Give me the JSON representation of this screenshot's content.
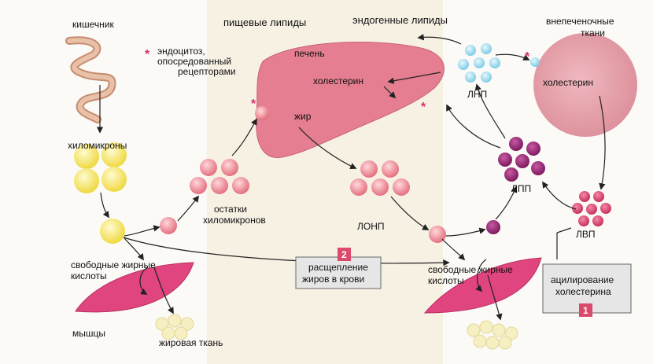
{
  "labels": {
    "intestine": "кишечник",
    "dietary_lipids": "пищевые липиды",
    "endogenous_lipids": "эндогенные липиды",
    "extrahepatic_1": "внепеченочные",
    "extrahepatic_2": "ткани",
    "star_legend_1": "эндоцитоз,",
    "star_legend_2": "опосредованный",
    "star_legend_3": "рецепторами",
    "liver": "печень",
    "cholesterol_liver": "холестерин",
    "fat": "жир",
    "ldl": "ЛНП",
    "cholesterol_tissue": "холестерин",
    "chylomicrons": "хиломикроны",
    "remnants_1": "остатки",
    "remnants_2": "хиломикронов",
    "idl": "ЛПП",
    "vldl": "ЛОНП",
    "hdl": "ЛВП",
    "ffa_left_1": "свободные жирные",
    "ffa_left_2": "кислоты",
    "ffa_right_1": "свободные жирные",
    "ffa_right_2": "кислоты",
    "muscles": "мышцы",
    "adipose": "жировая ткань",
    "breakdown_1": "расщепление",
    "breakdown_2": "жиров в крови",
    "acylation_1": "ацилирование",
    "acylation_2": "холестерина",
    "badge_1": "1",
    "badge_2": "2",
    "star": "*"
  },
  "colors": {
    "liver": "#e47e90",
    "tissue": "#e8a3ad",
    "chylomicron": "#f3e35a",
    "remnant": "#ee8a96",
    "ldl": "#8fd3ea",
    "idl": "#9b2a78",
    "hdl": "#d9436f",
    "muscle": "#e0457f",
    "adipose": "#f6efc2",
    "badge": "#d94a6c",
    "star": "#d6336c",
    "intestine": "#d9a98a"
  },
  "icons": {
    "intestine": "intestine-icon",
    "liver": "liver-shape",
    "extrahepatic": "tissue-cell-shape",
    "muscle": "muscle-fiber-shape",
    "adipose": "fat-cells-cluster"
  }
}
